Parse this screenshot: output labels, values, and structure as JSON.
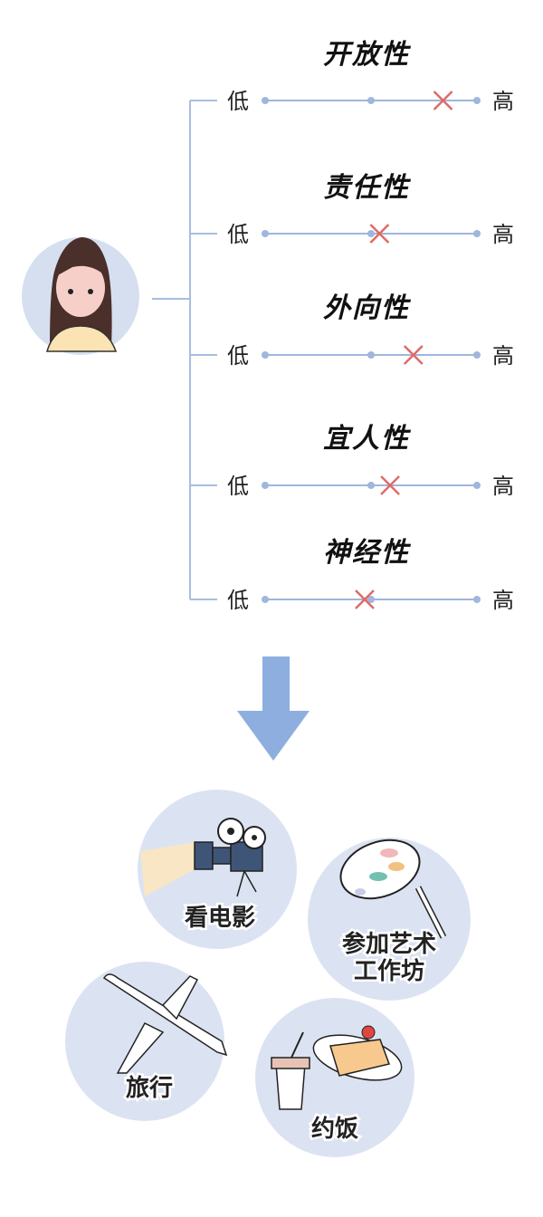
{
  "traits": [
    {
      "name": "开放性",
      "low": "低",
      "high": "高",
      "level": 0.84
    },
    {
      "name": "责任性",
      "low": "低",
      "high": "高",
      "level": 0.54
    },
    {
      "name": "外向性",
      "low": "低",
      "high": "高",
      "level": 0.7
    },
    {
      "name": "宜人性",
      "low": "低",
      "high": "高",
      "level": 0.59
    },
    {
      "name": "神经性",
      "low": "低",
      "high": "高",
      "level": 0.47
    }
  ],
  "activities": [
    {
      "label": "看电影",
      "icon": "movie-camera-icon"
    },
    {
      "label": "参加艺术",
      "label2": "工作坊",
      "icon": "paint-palette-icon"
    },
    {
      "label": "旅行",
      "icon": "airplane-icon"
    },
    {
      "label": "约饭",
      "icon": "drink-cake-icon"
    }
  ],
  "colors": {
    "line": "#9fb6dd",
    "marker": "#e06a67",
    "circle": "#dbe3f2",
    "arrow": "#8eaee0"
  }
}
